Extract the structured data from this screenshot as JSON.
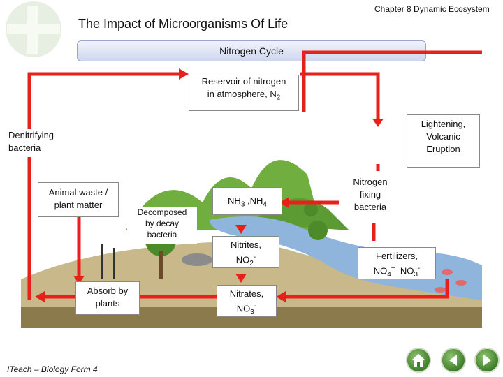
{
  "header": {
    "chapter": "Chapter 8 Dynamic Ecosystem",
    "title": "The Impact of Microorganisms Of Life"
  },
  "banner": {
    "label": "Nitrogen Cycle"
  },
  "nodes": {
    "reservoir_line1": "Reservoir of nitrogen",
    "reservoir_line2": "in atmosphere, N",
    "reservoir_sub": "2",
    "lightening_line1": "Lightening,",
    "lightening_line2": "Volcanic",
    "lightening_line3": "Eruption",
    "denitrifying_line1": "Denitrifying",
    "denitrifying_line2": "bacteria",
    "animal_line1": "Animal waste /",
    "animal_line2": "plant matter",
    "decomposed_line1": "Decomposed",
    "decomposed_line2": "by decay",
    "decomposed_line3": "bacteria",
    "ammonia_a": "NH",
    "ammonia_a_sub": "3",
    "ammonia_b": " ,NH",
    "ammonia_b_sub": "4",
    "nitrogen_fixing_line1": "Nitrogen",
    "nitrogen_fixing_line2": "fixing",
    "nitrogen_fixing_line3": "bacteria",
    "nitrites_line1": "Nitrites,",
    "nitrites_base": "NO",
    "nitrites_sub": "2",
    "nitrites_sup": "-",
    "fertilizers_line1": "Fertilizers,",
    "fert_a": "NO",
    "fert_a_sub": "4",
    "fert_a_sup": "+",
    "fert_b": "  NO",
    "fert_b_sub": "3",
    "fert_b_sup": "-",
    "absorb_line1": "Absorb by",
    "absorb_line2": "plants",
    "nitrates_line1": "Nitrates,",
    "nitrates_base": "NO",
    "nitrates_sub": "3",
    "nitrates_sup": "-"
  },
  "footer": {
    "label": "ITeach – Biology Form 4"
  },
  "colors": {
    "arrow": "#e8201a",
    "land": "#8a7a4c",
    "water": "#8fb5dd",
    "hill": "#6fae3f"
  },
  "icons": [
    "home-icon",
    "back-arrow-icon",
    "forward-arrow-icon"
  ]
}
